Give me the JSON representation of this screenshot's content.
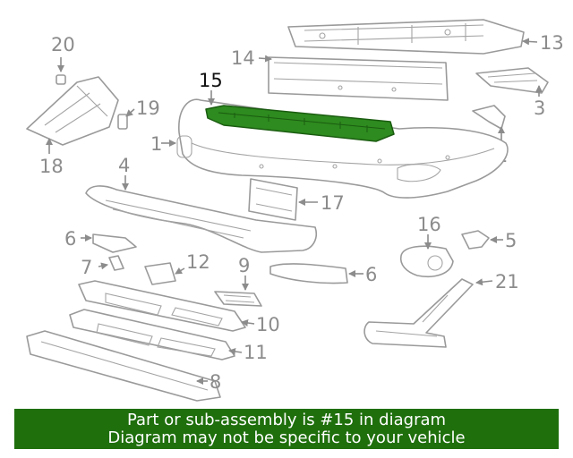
{
  "callouts": {
    "c1": "1",
    "c2": "2",
    "c3": "3",
    "c4": "4",
    "c5": "5",
    "c6a": "6",
    "c6b": "6",
    "c7": "7",
    "c8": "8",
    "c9": "9",
    "c10": "10",
    "c11": "11",
    "c12": "12",
    "c13": "13",
    "c14": "14",
    "c15": "15",
    "c16": "16",
    "c17": "17",
    "c18": "18",
    "c19": "19",
    "c20": "20",
    "c21": "21"
  },
  "highlighted_part": "15",
  "banner": {
    "line1": "Part or sub-assembly is #15 in diagram",
    "line2": "Diagram may not be specific to your vehicle"
  },
  "colors": {
    "highlight_part": "#2e8b1f",
    "banner_bg": "#1f6f0d",
    "banner_text": "#ffffff",
    "line_art": "#9a9a9a"
  }
}
